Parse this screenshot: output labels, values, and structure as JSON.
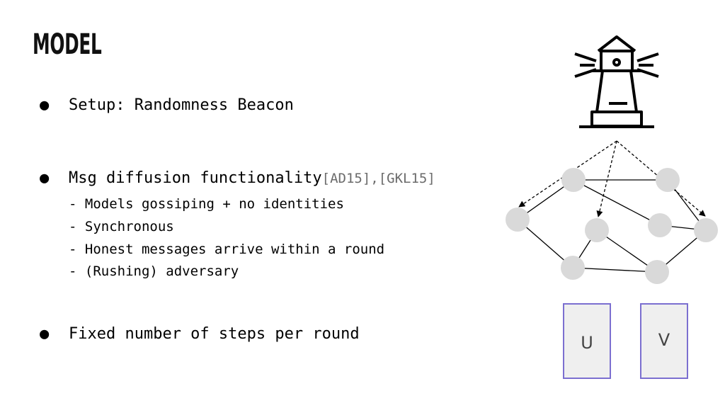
{
  "title": "MODEL",
  "bullets": [
    {
      "symbol": "●",
      "text": "Setup: Randomness Beacon"
    },
    {
      "symbol": "●",
      "text": "Msg diffusion functionality",
      "citation": "[AD15],[GKL15]"
    },
    {
      "symbol": "●",
      "text": "Fixed number of steps per round"
    }
  ],
  "subitems": [
    "- Models gossiping + no identities",
    "- Synchronous",
    "- Honest messages arrive within a round",
    "- (Rushing) adversary"
  ],
  "boxes": {
    "left": "U",
    "right": "V"
  },
  "icons": [
    "lighthouse-icon"
  ],
  "colors": {
    "node": "#d9d9d9",
    "box_fill": "#efefef",
    "box_border": "#7b6fd0"
  }
}
